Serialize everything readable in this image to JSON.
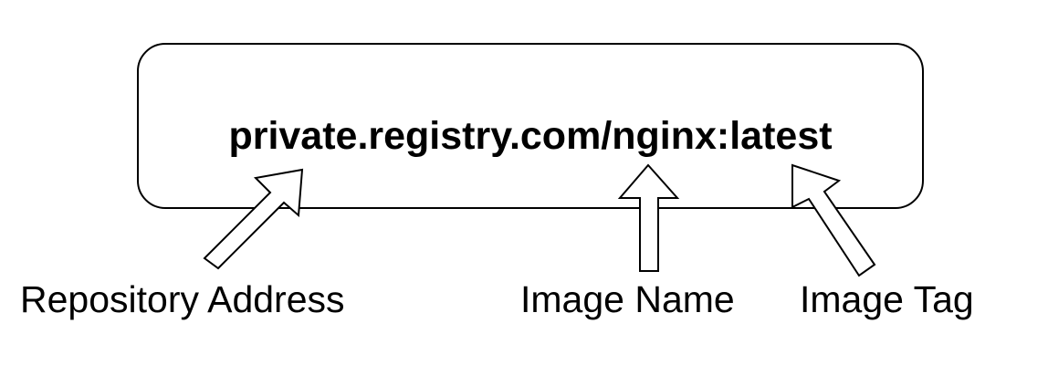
{
  "image_reference": "private.registry.com/nginx:latest",
  "labels": {
    "repository_address": "Repository Address",
    "image_name": "Image Name",
    "image_tag": "Image Tag"
  },
  "colors": {
    "stroke": "#000000",
    "background": "#ffffff",
    "text": "#000000"
  }
}
